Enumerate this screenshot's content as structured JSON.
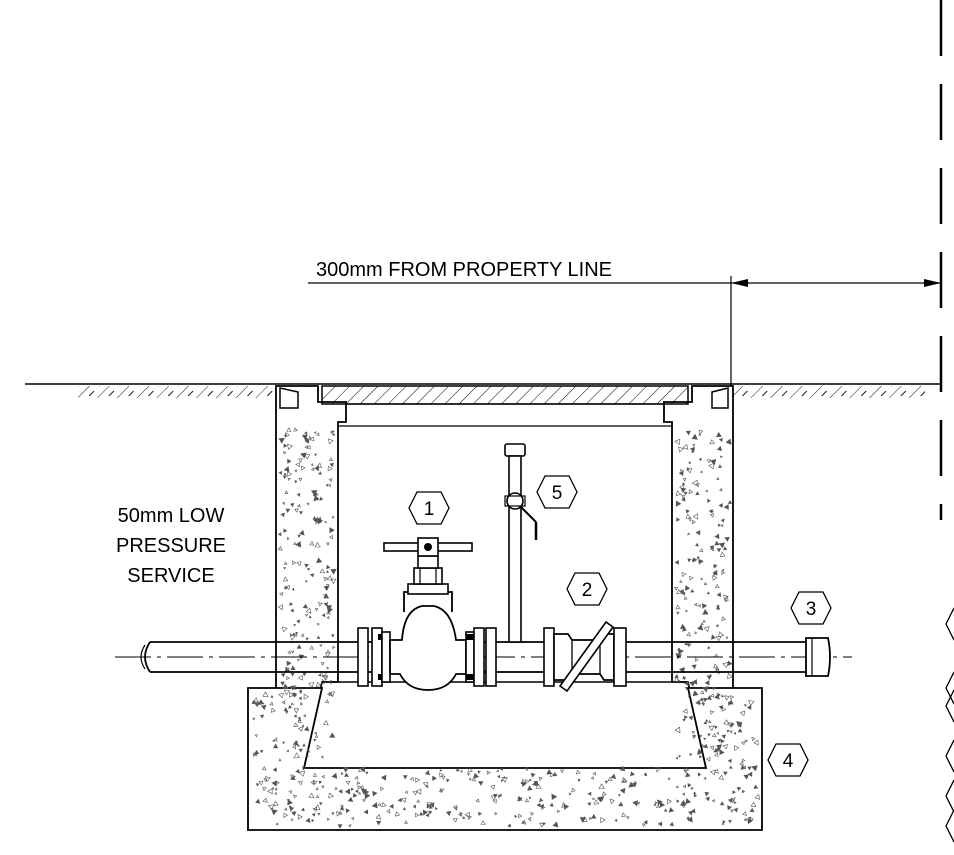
{
  "dimension": {
    "label": "300mm FROM PROPERTY LINE"
  },
  "service_label": {
    "line1": "50mm LOW",
    "line2": "PRESSURE",
    "line3": "SERVICE"
  },
  "callouts": [
    {
      "id": "gate-valve",
      "number": "1",
      "shape": "hexagon"
    },
    {
      "id": "check-valve",
      "number": "2",
      "shape": "hexagon"
    },
    {
      "id": "pipe-cap",
      "number": "3",
      "shape": "hexagon"
    },
    {
      "id": "concrete-base",
      "number": "4",
      "shape": "hexagon"
    },
    {
      "id": "riser-valve",
      "number": "5",
      "shape": "hexagon"
    }
  ],
  "colors": {
    "line": "#000000",
    "background": "#ffffff",
    "concrete_speckle": "#555555"
  }
}
